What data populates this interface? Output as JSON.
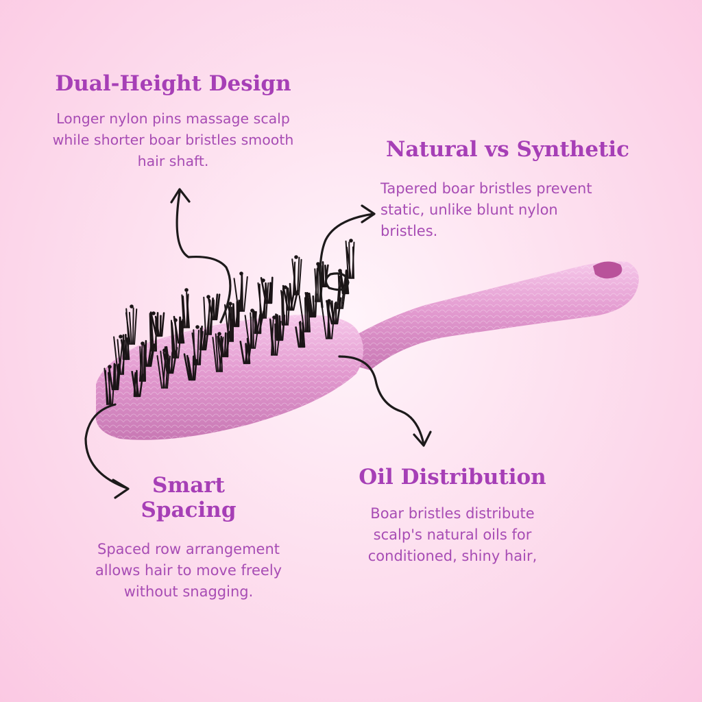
{
  "callouts": {
    "dual_height": {
      "title": "Dual-Height Design",
      "body": "Longer nylon pins massage scalp while shorter boar bristles smooth hair shaft."
    },
    "natural_vs_synthetic": {
      "title": "Natural vs Synthetic",
      "body": "Tapered boar bristles prevent static, unlike blunt nylon bristles."
    },
    "smart_spacing": {
      "title": "Smart Spacing",
      "body": "Spaced row arrangement allows hair to move freely without snagging."
    },
    "oil_distribution": {
      "title": "Oil Distribution",
      "body": "Boar bristles distribute scalp's natural oils for conditioned, shiny hair,"
    }
  },
  "colors": {
    "background": "#fcd6ea",
    "heading": "#a63fb6",
    "body": "#a74cb4",
    "brush_body": "#e9a8d6",
    "bristle": "#1a1416",
    "arrow": "#1d1a1b"
  },
  "icons": [
    "hairbrush-illustration",
    "curved-arrow-icon"
  ]
}
